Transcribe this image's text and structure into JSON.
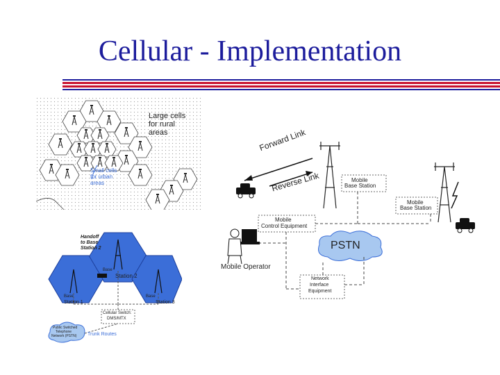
{
  "slide": {
    "title": "Cellular - Implementation"
  },
  "cell_map": {
    "large_cells": "Large cells",
    "large_cells_2": "for rural",
    "large_cells_3": "areas",
    "small_cells": "Small cells",
    "small_cells_2": "for urban",
    "small_cells_3": "areas"
  },
  "handoff_diagram": {
    "handoff": "Handoff",
    "handoff_2": "to Base",
    "handoff_3": "Station 2",
    "base2": "Base",
    "base2_b": "Station 2",
    "base1": "Base",
    "base1_b": "Station 1",
    "base3": "Base",
    "base3_b": "Station 3",
    "switch": "Cellular Switch:",
    "switch_b": "DMS/MTX",
    "pstn": "Public Switched",
    "pstn_b": "Telephone",
    "pstn_c": "Network (PSTN)",
    "trunk": "Trunk Routes"
  },
  "network": {
    "forward_link": "Forward Link",
    "reverse_link": "Reverse Link",
    "mobile_base": "Mobile",
    "mobile_base_b": "Base Station",
    "mobile_base2": "Mobile",
    "mobile_base2_b": "Base Station",
    "mce": "Mobile",
    "mce_b": "Control Equipment",
    "pstn": "PSTN",
    "operator": "Mobile Operator",
    "nie": "Network",
    "nie_b": "Interface",
    "nie_c": "Equipment"
  },
  "colors": {
    "title": "#1c1c9c",
    "rule_blue": "#1c1c9c",
    "rule_red": "#c8102e",
    "cell_blue": "#3b6ed8",
    "cloud": "#a8c8f0"
  }
}
